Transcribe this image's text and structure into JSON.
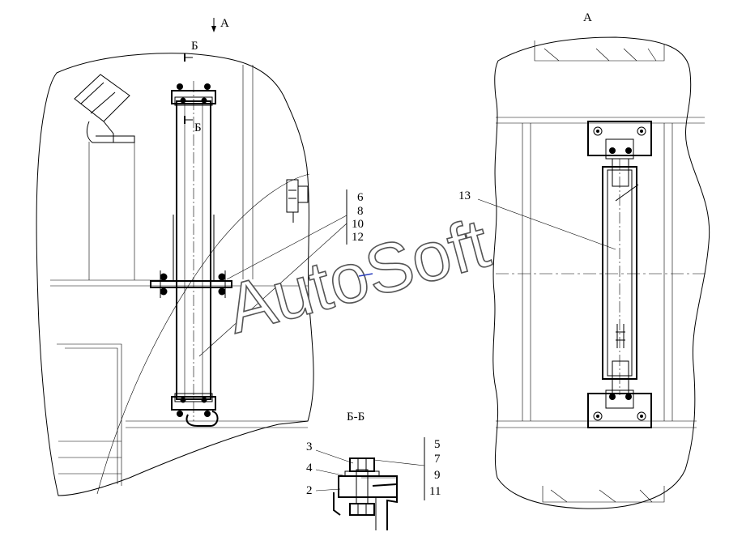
{
  "view_labels": {
    "view_a_arrow": "А",
    "section_mark_top": "Б",
    "section_mark_mid": "Б",
    "view_a_title": "А",
    "section_title": "Б-Б"
  },
  "callouts": {
    "left_group": [
      "6",
      "8",
      "10",
      "12"
    ],
    "right_view_item": "13",
    "section_left": [
      "3",
      "4",
      "2"
    ],
    "section_right": [
      "5",
      "7",
      "9",
      "11"
    ]
  },
  "watermark": "AutoSoft"
}
